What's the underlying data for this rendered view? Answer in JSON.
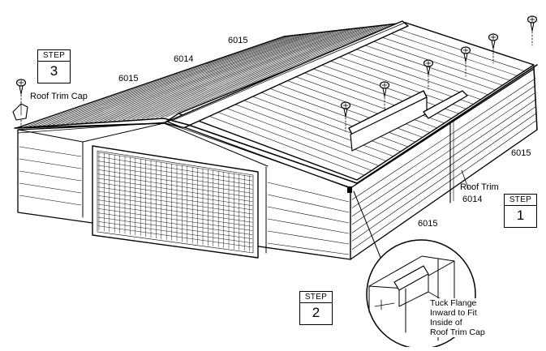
{
  "parts": {
    "panel_6015": "6015",
    "panel_6014": "6014",
    "roof_trim_cap": "Roof Trim Cap",
    "roof_trim": "Roof Trim"
  },
  "steps": {
    "step1": {
      "word": "STEP",
      "number": "1"
    },
    "step2": {
      "word": "STEP",
      "number": "2"
    },
    "step3": {
      "word": "STEP",
      "number": "3"
    }
  },
  "callout": {
    "lines": [
      "Tuck Flange",
      "Inward to Fit",
      "Inside of",
      "Roof Trim Cap"
    ]
  }
}
